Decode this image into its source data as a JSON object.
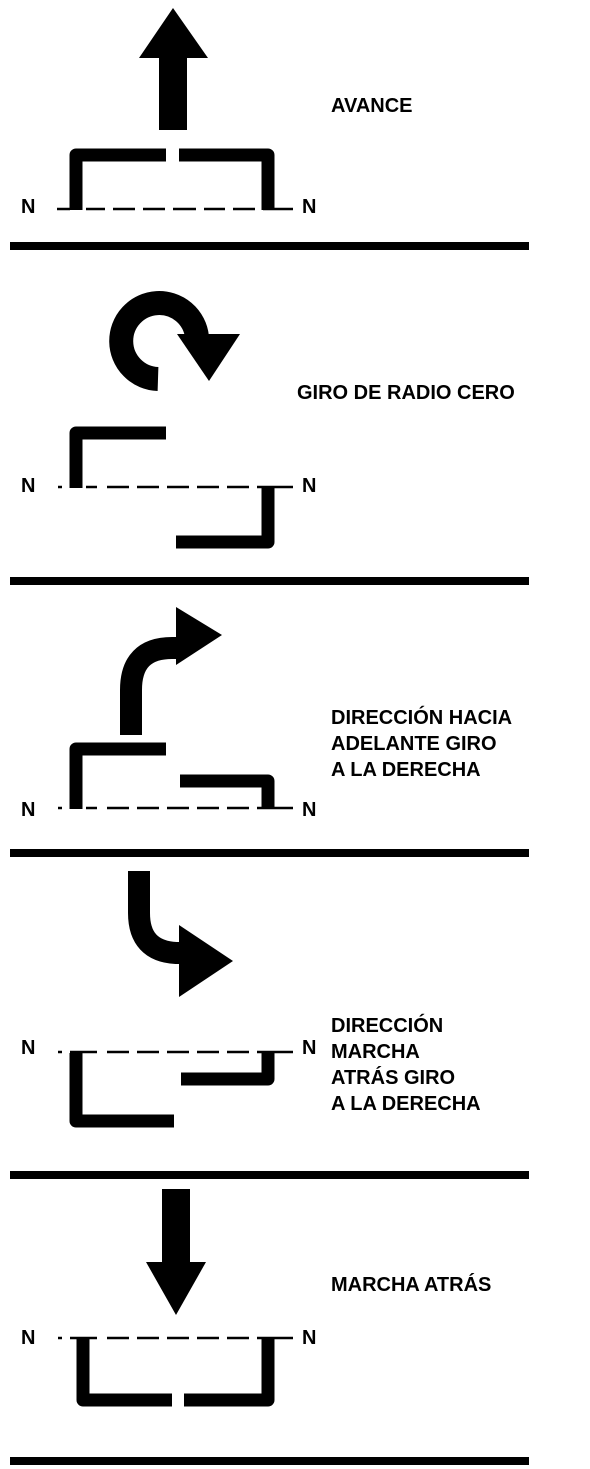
{
  "colors": {
    "ink": "#000000",
    "background": "#ffffff"
  },
  "neutral_marker": "N",
  "panels": [
    {
      "id": "forward",
      "arrow": "up-arrow",
      "label": "AVANCE"
    },
    {
      "id": "zero-turn",
      "arrow": "clockwise-arrow",
      "label": "GIRO DE RADIO CERO"
    },
    {
      "id": "forward-right",
      "arrow": "curved-right-arrow",
      "label": "DIRECCIÓN HACIA\nADELANTE GIRO\nA LA DERECHA"
    },
    {
      "id": "reverse-right",
      "arrow": "curved-down-right-arrow",
      "label": "DIRECCIÓN\nMARCHA\nATRÁS GIRO\nA LA DERECHA"
    },
    {
      "id": "reverse",
      "arrow": "down-arrow",
      "label": "MARCHA ATRÁS"
    }
  ]
}
